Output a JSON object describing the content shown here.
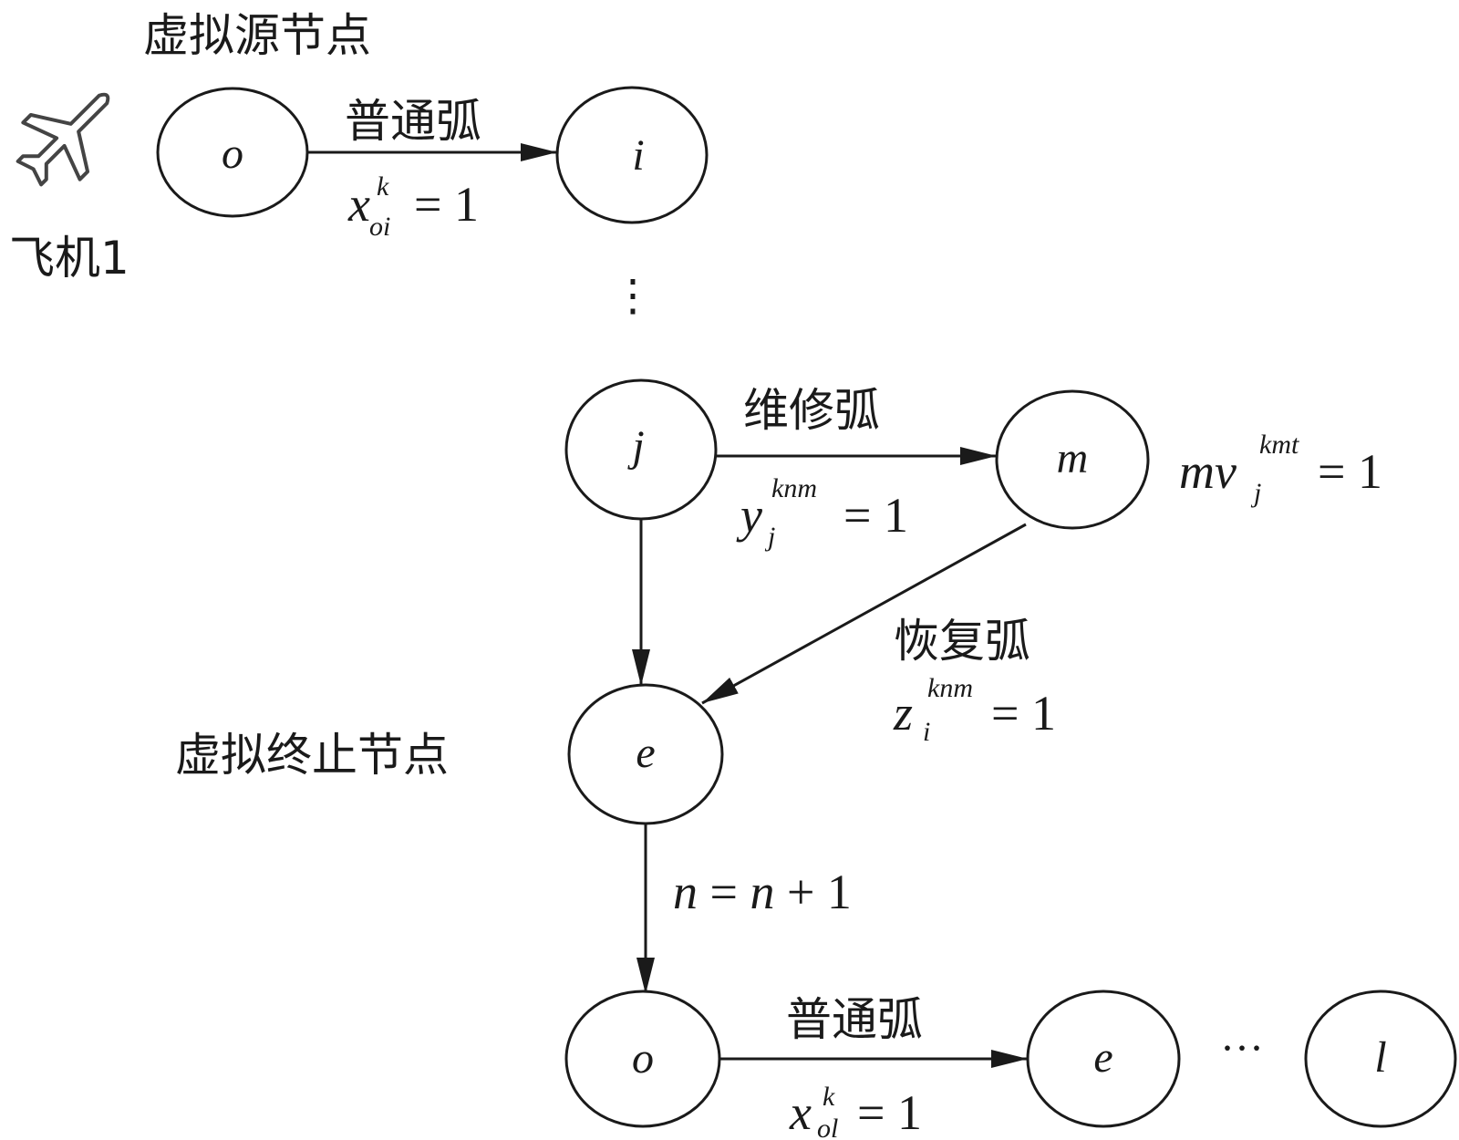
{
  "nodes": {
    "o_top": "o",
    "i": "i",
    "j": "j",
    "m": "m",
    "e_mid": "e",
    "o_bottom": "o",
    "e_bottom": "e",
    "l": "l"
  },
  "labels": {
    "virtual_source": "虚拟源节点",
    "aircraft": "飞机1",
    "virtual_terminal": "虚拟终止节点",
    "normal_arc_top": "普通弧",
    "maintenance_arc": "维修弧",
    "recovery_arc": "恢复弧",
    "normal_arc_bottom": "普通弧"
  },
  "formulas": {
    "x_oi": {
      "base": "x",
      "sup": "k",
      "sub": "oi",
      "rhs": "= 1"
    },
    "y_j": {
      "base": "y",
      "sup": "knm",
      "sub": "j",
      "rhs": "= 1"
    },
    "mv_j": {
      "base": "mv",
      "sup": "kmt",
      "sub": "j",
      "rhs": "= 1"
    },
    "z_i": {
      "base": "z",
      "sup": "knm",
      "sub": "i",
      "rhs": "= 1"
    },
    "n_update": {
      "lhs": "n",
      "mid": " = ",
      "rhs_var": "n",
      "rhs_tail": " + 1"
    },
    "x_ol": {
      "base": "x",
      "sup": "k",
      "sub": "ol",
      "rhs": "= 1"
    }
  },
  "ellipses": {
    "vertical": "⋮",
    "horizontal": "···"
  }
}
